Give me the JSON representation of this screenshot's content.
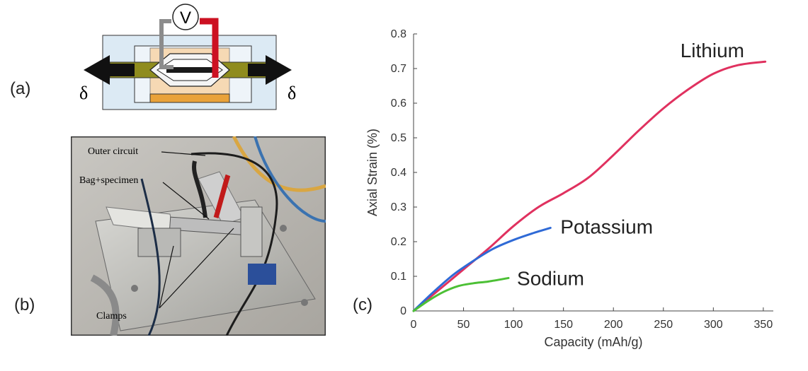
{
  "panels": {
    "a": "(a)",
    "b": "(b)",
    "c": "(c)"
  },
  "schematic": {
    "meter_symbol": "V",
    "displacement_symbol": "δ",
    "colors": {
      "wire_neg": "#8c8c8c",
      "wire_pos": "#cc1122",
      "clamp": "#8f8c1e",
      "arrow": "#111111",
      "frame": "#cfe0ec",
      "bag": "#f6d9b4",
      "base": "#e9a23a"
    }
  },
  "photo": {
    "annotations": {
      "outer_circuit": "Outer circuit",
      "bag_specimen": "Bag+specimen",
      "clamps": "Clamps"
    }
  },
  "chart_data": {
    "type": "line",
    "xlabel": "Capacity (mAh/g)",
    "ylabel": "Axial Strain (%)",
    "xlim": [
      0,
      360
    ],
    "ylim": [
      0,
      0.8
    ],
    "xticks": [
      0,
      50,
      100,
      150,
      200,
      250,
      300,
      350
    ],
    "yticks": [
      0,
      0.1,
      0.2,
      0.3,
      0.4,
      0.5,
      0.6,
      0.7,
      0.8
    ],
    "grid": false,
    "series": [
      {
        "name": "Lithium",
        "color": "#e0315f",
        "x": [
          0,
          25,
          50,
          75,
          100,
          125,
          150,
          175,
          200,
          225,
          250,
          275,
          300,
          325,
          352
        ],
        "y": [
          0,
          0.06,
          0.12,
          0.18,
          0.245,
          0.3,
          0.34,
          0.385,
          0.45,
          0.52,
          0.585,
          0.64,
          0.685,
          0.71,
          0.72
        ]
      },
      {
        "name": "Potassium",
        "color": "#2f6ad6",
        "x": [
          0,
          20,
          40,
          60,
          80,
          100,
          120,
          137
        ],
        "y": [
          0,
          0.055,
          0.105,
          0.145,
          0.18,
          0.205,
          0.225,
          0.24
        ]
      },
      {
        "name": "Sodium",
        "color": "#4cc035",
        "x": [
          0,
          15,
          30,
          45,
          60,
          75,
          95
        ],
        "y": [
          0,
          0.03,
          0.055,
          0.072,
          0.08,
          0.085,
          0.095
        ]
      }
    ]
  }
}
